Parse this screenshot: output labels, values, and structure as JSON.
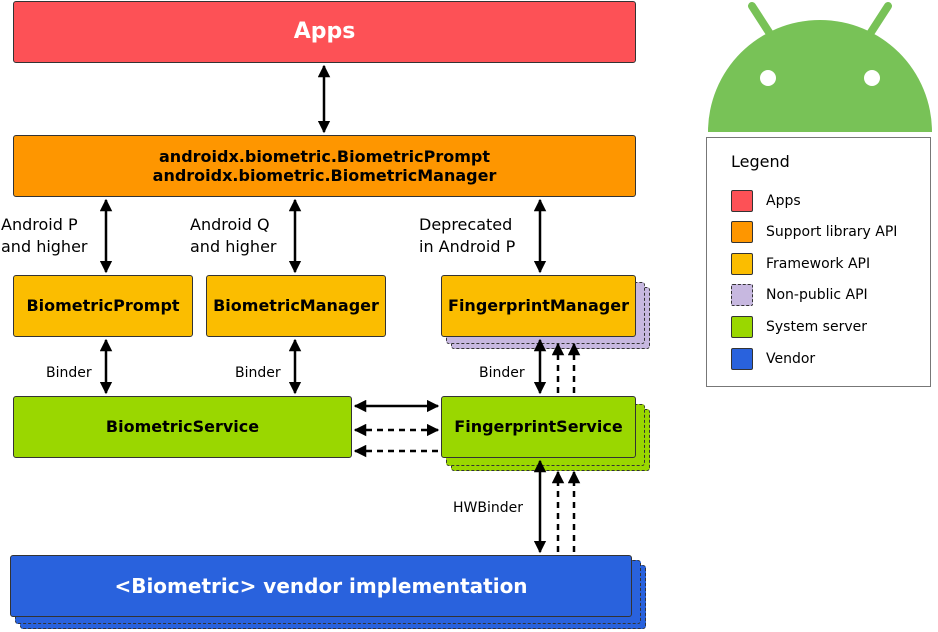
{
  "colors": {
    "apps": "#fd5156",
    "support_library": "#fe9600",
    "framework": "#fbbd00",
    "non_public": "#c7b8e0",
    "system_server": "#9ad700",
    "vendor": "#2962dd",
    "android_green": "#78c257"
  },
  "boxes": {
    "apps": "Apps",
    "support_library_line1": "androidx.biometric.BiometricPrompt",
    "support_library_line2": "androidx.biometric.BiometricManager",
    "biometric_prompt": "BiometricPrompt",
    "biometric_manager": "BiometricManager",
    "fingerprint_manager": "FingerprintManager",
    "biometric_service": "BiometricService",
    "fingerprint_service": "FingerprintService",
    "vendor": "<Biometric> vendor implementation"
  },
  "labels": {
    "android_p_line1": "Android P",
    "android_p_line2": "and higher",
    "android_q_line1": "Android Q",
    "android_q_line2": "and higher",
    "deprecated_line1": "Deprecated",
    "deprecated_line2": "in Android P",
    "binder_1": "Binder",
    "binder_2": "Binder",
    "binder_3": "Binder",
    "hwbinder": "HWBinder"
  },
  "legend": {
    "title": "Legend",
    "items": [
      {
        "label": "Apps",
        "color": "#fd5156",
        "dashed": false
      },
      {
        "label": "Support library API",
        "color": "#fe9600",
        "dashed": false
      },
      {
        "label": "Framework API",
        "color": "#fbbd00",
        "dashed": false
      },
      {
        "label": "Non-public API",
        "color": "#c7b8e0",
        "dashed": true
      },
      {
        "label": "System server",
        "color": "#9ad700",
        "dashed": false
      },
      {
        "label": "Vendor",
        "color": "#2962dd",
        "dashed": false
      }
    ]
  },
  "icons": {
    "logo": "android-robot-icon"
  }
}
